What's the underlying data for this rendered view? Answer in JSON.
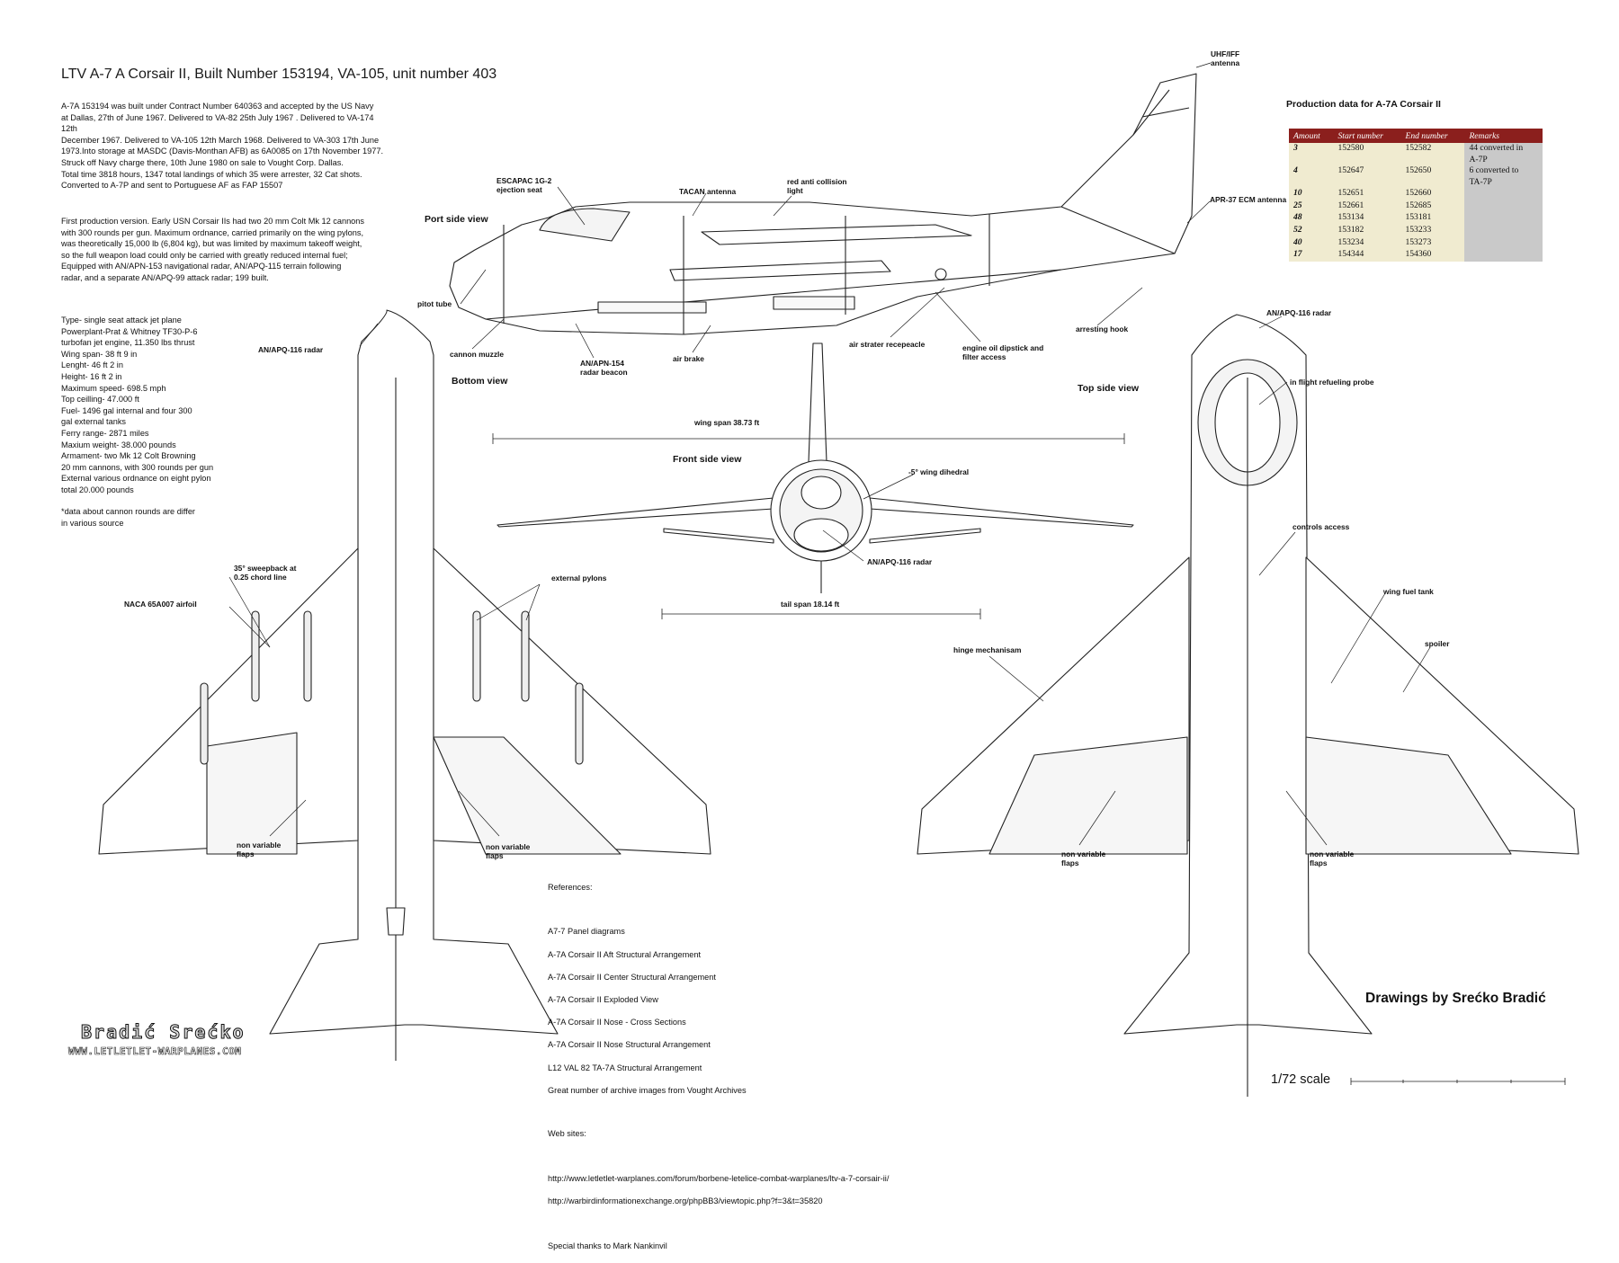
{
  "title": "LTV A-7 A Corsair II, Built Number 153194, VA-105, unit number 403",
  "history": "A-7A 153194 was built under Contract Number 640363 and accepted by the US Navy\nat Dallas, 27th of June 1967. Delivered to VA-82 25th July 1967 . Delivered to VA-174 12th\nDecember 1967. Delivered to VA-105 12th March 1968. Delivered to VA-303 17th June\n1973.Into storage at MASDC (Davis-Monthan AFB) as 6A0085 on 17th November 1977.\nStruck off Navy charge there, 10th June 1980 on sale to Vought Corp. Dallas.\nTotal time 3818 hours, 1347 total landings of which 35 were arrester, 32 Cat shots.\nConverted to A-7P and sent to Portuguese AF as FAP 15507",
  "description": "First production version. Early USN Corsair IIs had two 20 mm Colt Mk 12 cannons\nwith 300 rounds per gun. Maximum ordnance, carried primarily on the wing pylons,\nwas theoretically 15,000 lb (6,804 kg), but was limited by maximum takeoff weight,\nso the full weapon load could only be carried with greatly reduced internal fuel;\nEquipped with AN/APN-153 navigational radar, AN/APQ-115 terrain following\nradar, and a separate AN/APQ-99 attack radar; 199 built.",
  "specs": "Type- single seat attack jet plane\nPowerplant-Prat & Whitney TF30-P-6\nturbofan jet engine, 11.350 lbs thrust\nWing span- 38 ft 9 in\nLenght- 46 ft 2 in\nHeight- 16 ft 2 in\nMaximum speed- 698.5 mph\nTop ceilling- 47.000 ft\nFuel- 1496 gal internal and four 300\ngal external tanks\nFerry range- 2871 miles\nMaxium weight- 38.000 pounds\nArmament- two Mk 12 Colt Browning\n20 mm cannons, with 300 rounds per gun\nExternal various ordnance on eight pylon\ntotal 20.000 pounds",
  "note": "*data about cannon rounds are differ\nin various source",
  "views": {
    "port": "Port side view",
    "bottom": "Bottom view",
    "top": "Top side view",
    "front": "Front side view"
  },
  "labels": {
    "uhf": "UHF/IFF\nantenna",
    "escapac": "ESCAPAC 1G-2\nejection seat",
    "tacan": "TACAN antenna",
    "redlight": "red anti collision\nlight",
    "apr37": "APR-37 ECM antenna",
    "pitot": "pitot tube",
    "cannon": "cannon muzzle",
    "apn154": "AN/APN-154\nradar beacon",
    "airbrake": "air brake",
    "strater": "air strater recepeacle",
    "engineoil": "engine oil dipstick and\nfilter access",
    "hook": "arresting hook",
    "apq_bottom": "AN/APQ-116 radar",
    "apq_top": "AN/APQ-116 radar",
    "apq_front": "AN/APQ-116 radar",
    "refuel": "in flight refueling probe",
    "wingspan": "wing span 38.73 ft",
    "dihedral": "-5° wing dihedral",
    "tailspan": "tail span 18.14 ft",
    "sweep": "35° sweepback at\n0.25 chord line",
    "naca": "NACA 65A007 airfoil",
    "pylons": "external pylons",
    "nvf1": "non variable\nflaps",
    "nvf2": "non variable\nflaps",
    "nvf3": "non variable\nflaps",
    "nvf4": "non variable\nflaps",
    "controls": "controls access",
    "fueltank": "wing fuel tank",
    "spoiler": "spoiler",
    "hinge": "hinge mechanisam"
  },
  "production": {
    "title": "Production data for A-7A Corsair II",
    "headers": [
      "Amount",
      "Start number",
      "End number",
      "Remarks"
    ],
    "rows": [
      {
        "amount": "3",
        "start": "152580",
        "end": "152582",
        "remarks": "44 converted in\nA-7P"
      },
      {
        "amount": "4",
        "start": "152647",
        "end": "152650",
        "remarks": "6 converted to\nTA-7P"
      },
      {
        "amount": "10",
        "start": "152651",
        "end": "152660",
        "remarks": ""
      },
      {
        "amount": "25",
        "start": "152661",
        "end": "152685",
        "remarks": ""
      },
      {
        "amount": "48",
        "start": "153134",
        "end": "153181",
        "remarks": ""
      },
      {
        "amount": "52",
        "start": "153182",
        "end": "153233",
        "remarks": ""
      },
      {
        "amount": "40",
        "start": "153234",
        "end": "153273",
        "remarks": ""
      },
      {
        "amount": "17",
        "start": "154344",
        "end": "154360",
        "remarks": ""
      }
    ]
  },
  "references": {
    "heading": "References:",
    "items": [
      "A7-7 Panel diagrams",
      "A-7A Corsair II Aft Structural Arrangement",
      "A-7A Corsair II Center Structural Arrangement",
      "A-7A Corsair II Exploded View",
      "A-7A Corsair II Nose - Cross Sections",
      "A-7A Corsair II Nose Structural Arrangement",
      "L12 VAL 82 TA-7A Structural Arrangement",
      "Great number of archive images from Vought Archives"
    ],
    "web_heading": "Web sites:",
    "web": [
      "http://www.letletlet-warplanes.com/forum/borbene-letelice-combat-warplanes/ltv-a-7-corsair-ii/",
      "http://warbirdinformationexchange.org/phpBB3/viewtopic.php?f=3&t=35820"
    ],
    "thanks": "Special thanks to Mark Nankinvil"
  },
  "signature": "Drawings by Srećko Bradić",
  "scale": "1/72 scale",
  "brand": "Bradić Srećko",
  "brand_url": "WWW.LETLETLET-WARPLANES.COM"
}
